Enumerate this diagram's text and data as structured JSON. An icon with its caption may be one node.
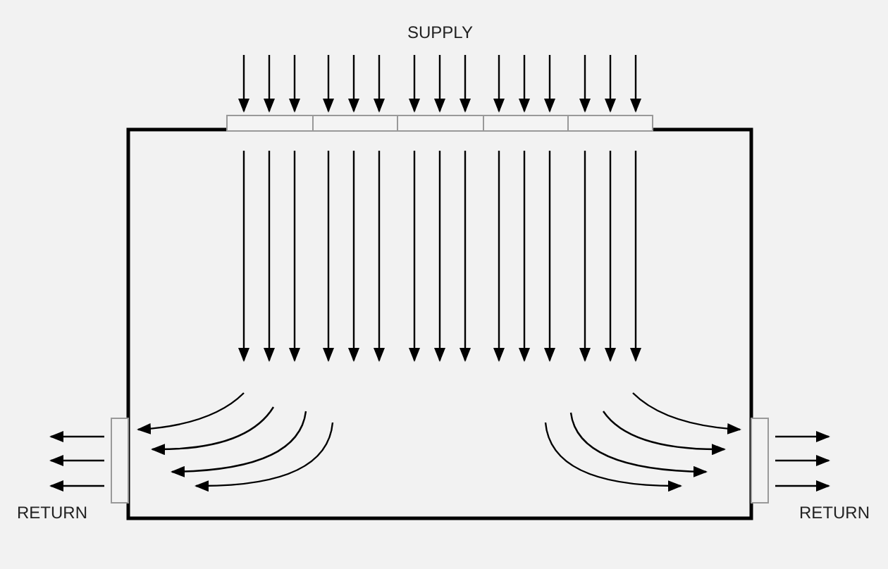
{
  "diagram": {
    "labels": [
      "SUPPLY",
      "RETURN",
      "RETURN"
    ]
  }
}
